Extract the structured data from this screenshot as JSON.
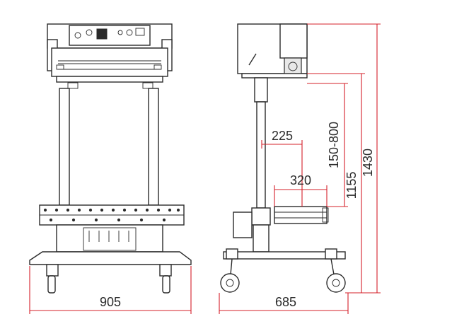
{
  "dimensions": {
    "front_width": "905",
    "side_depth": "685",
    "conveyor_offset": "225",
    "conveyor_width": "320",
    "height_range": "150-800",
    "platform_height": "1155",
    "total_height": "1430"
  },
  "colors": {
    "line": "#2a2a2a",
    "dimension": "#d4202a",
    "background": "#ffffff"
  }
}
